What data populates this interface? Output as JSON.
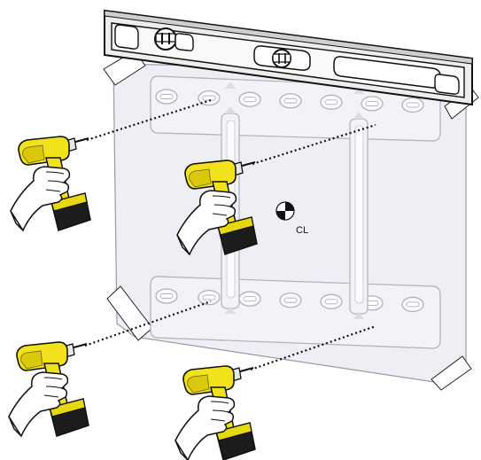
{
  "diagram": {
    "description_label": "",
    "center_mark_text": "CL",
    "colors": {
      "drill_body": "#f2e21c",
      "drill_body_dark": "#c9b800",
      "battery": "#1c1c1c",
      "battery_band": "#e8d810",
      "template": "#eeeef4",
      "template_edge": "#9a9aa4",
      "bracket_edge": "#b0b0bc",
      "slot_fill": "#fbfbfd",
      "level_fill": "#f4f4f4",
      "level_edge": "#111111",
      "tape": "#ffffff",
      "dotted_line": "#111111"
    },
    "drills": [
      {
        "name": "drill-top-left"
      },
      {
        "name": "drill-upper-middle"
      },
      {
        "name": "drill-bottom-left"
      },
      {
        "name": "drill-bottom-middle"
      }
    ],
    "icons": [
      "drill-icon",
      "level-icon",
      "center-line-icon",
      "tape-icon"
    ]
  }
}
